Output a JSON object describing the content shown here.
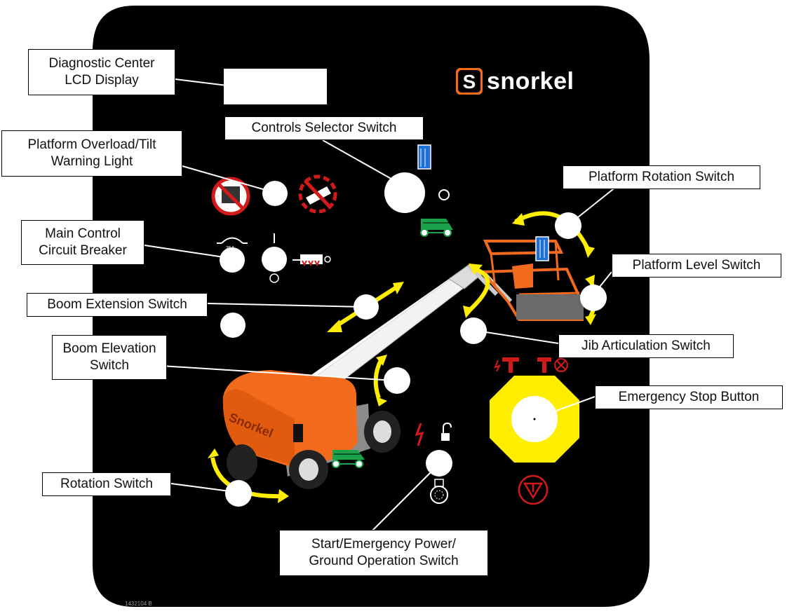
{
  "brand": {
    "name": "snorkel",
    "logo_letter": "S"
  },
  "part_number": "1432104 B",
  "callouts": {
    "lcd": [
      "Diagnostic Center",
      "LCD Display"
    ],
    "controls_selector": [
      "Controls Selector Switch"
    ],
    "overload_light": [
      "Platform Overload/Tilt",
      "Warning Light"
    ],
    "platform_rotation": [
      "Platform Rotation Switch"
    ],
    "main_breaker": [
      "Main Control",
      "Circuit Breaker"
    ],
    "platform_level": [
      "Platform Level Switch"
    ],
    "boom_extension": [
      "Boom Extension Switch"
    ],
    "jib_articulation": [
      "Jib Articulation Switch"
    ],
    "boom_elevation": [
      "Boom Elevation",
      "Switch"
    ],
    "emergency_stop": [
      "Emergency Stop Button"
    ],
    "rotation": [
      "Rotation Switch"
    ],
    "start_switch": [
      "Start/Emergency Power/",
      "Ground Operation Switch"
    ]
  },
  "breaker_rating": "35A",
  "machine_brand": "Snorkel",
  "colors": {
    "panel": "#000000",
    "arrow": "#ffee00",
    "machine": "#f26b1d",
    "estop": "#ffee00",
    "warning": "#d21a1a",
    "ground_icon": "#1aa34a",
    "platform_icon": "#1e6fd9"
  }
}
